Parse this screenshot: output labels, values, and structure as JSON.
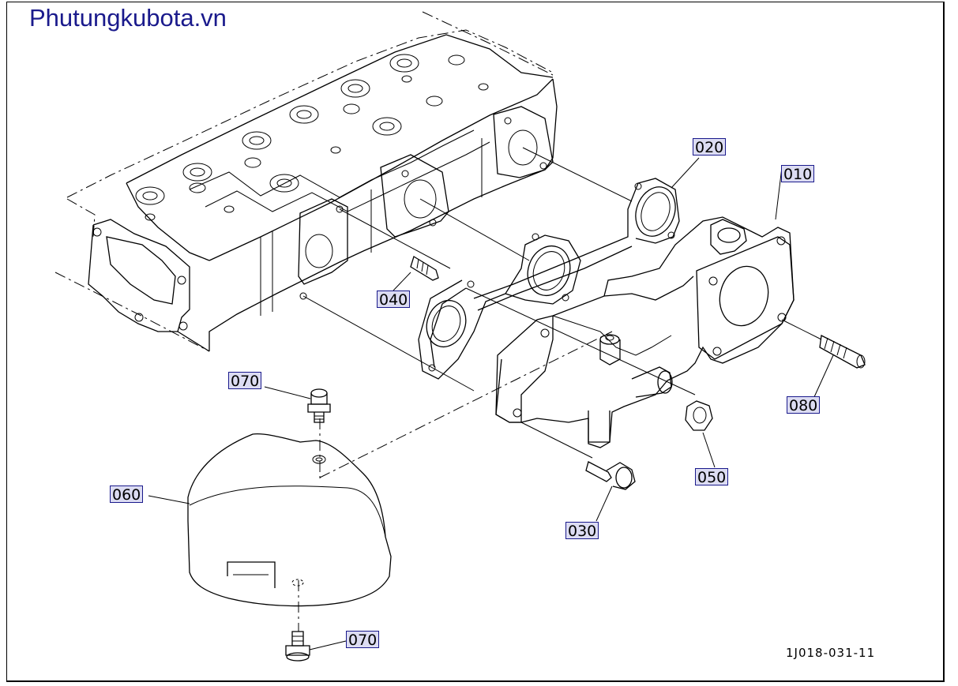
{
  "site_title": "Phutungkubota.vn",
  "document_code": "1J018-031-11",
  "callouts": {
    "p010": "010",
    "p020": "020",
    "p030": "030",
    "p040": "040",
    "p050": "050",
    "p060": "060",
    "p070_top": "070",
    "p070_bottom": "070",
    "p080": "080"
  },
  "parts": [
    "cylinder-head",
    "gasket",
    "exhaust-manifold",
    "stud",
    "bolt",
    "nut",
    "heat-cover"
  ]
}
